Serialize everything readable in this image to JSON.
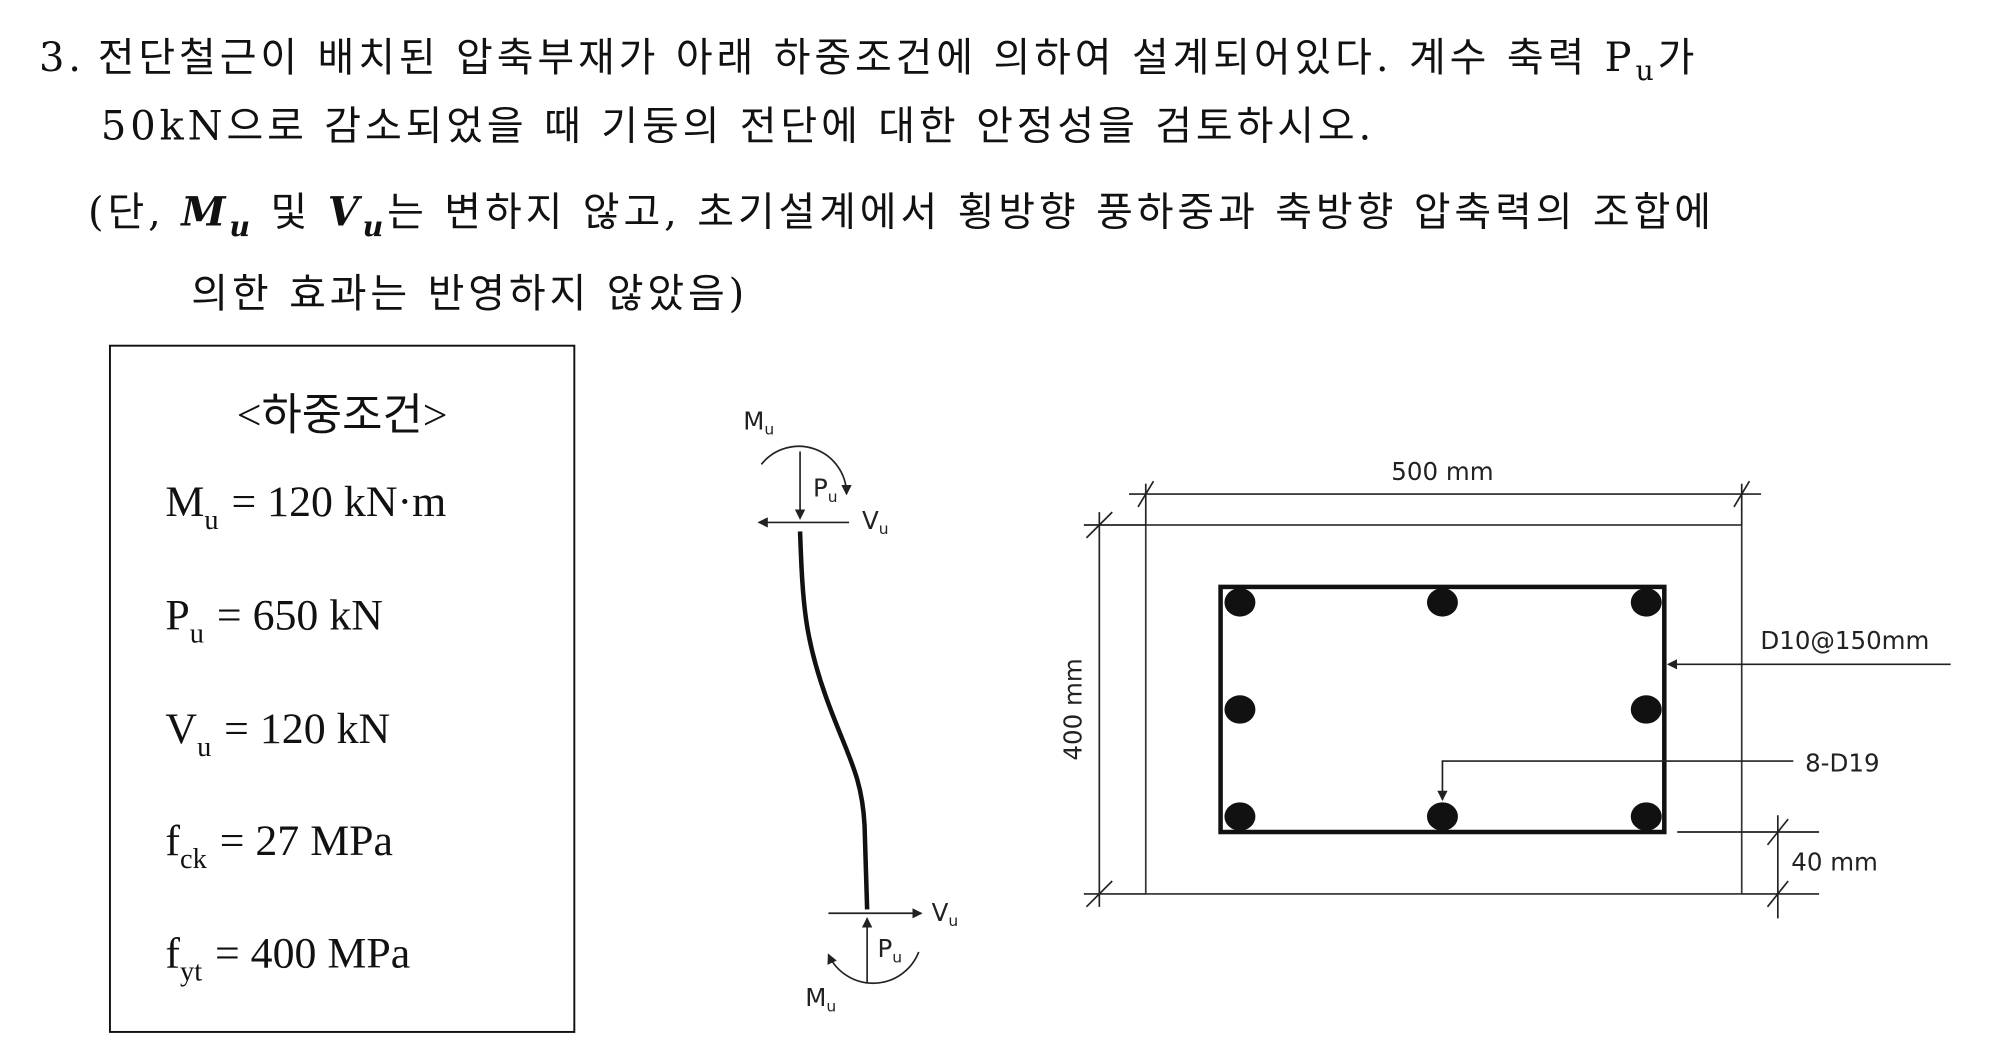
{
  "question": {
    "number": "3.",
    "line1_a": "전단철근이 배치된 압축부재가 아래 하중조건에 의하여 설계되어있다. 계수 축력 P",
    "line1_sub": "u",
    "line1_b": "가",
    "line2": "50kN으로 감소되었을 때 기둥의 전단에 대한 안정성을 검토하시오.",
    "note_open": "(단, ",
    "note_M": "M",
    "note_M_sub": "u",
    "note_and": " 및 ",
    "note_V": "V",
    "note_V_sub": "u",
    "note_rest": "는 변하지 않고, 초기설계에서 횡방향 풍하중과 축방향 압축력의 조합에",
    "note_line2": "의한 효과는 반영하지 않았음)"
  },
  "load_conditions": {
    "title": "<하중조건>",
    "items": [
      {
        "symbol": "M",
        "sub": "u",
        "value": "= 120 kN·m"
      },
      {
        "symbol": "P",
        "sub": "u",
        "value": "= 650 kN"
      },
      {
        "symbol": "V",
        "sub": "u",
        "value": "= 120 kN"
      },
      {
        "symbol": "f",
        "sub": "ck",
        "value": "= 27 MPa"
      },
      {
        "symbol": "f",
        "sub": "yt",
        "value": "= 400 MPa"
      }
    ]
  },
  "column_diagram": {
    "top_moment": "M",
    "top_moment_sub": "u",
    "top_axial": "P",
    "top_axial_sub": "u",
    "top_shear": "V",
    "top_shear_sub": "u",
    "bottom_shear": "V",
    "bottom_shear_sub": "u",
    "bottom_axial": "P",
    "bottom_axial_sub": "u",
    "bottom_moment": "M",
    "bottom_moment_sub": "u"
  },
  "section": {
    "width_label": "500 mm",
    "height_label": "400 mm",
    "stirrup_label": "D10@150mm",
    "rebar_label": "8-D19",
    "cover_label": "40 mm"
  }
}
